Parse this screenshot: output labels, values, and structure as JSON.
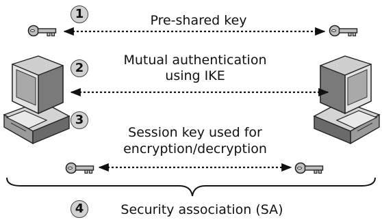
{
  "steps": [
    {
      "number": "1",
      "label": "Pre-shared key"
    },
    {
      "number": "2",
      "label_line1": "Mutual authentication",
      "label_line2": "using IKE"
    },
    {
      "number": "3",
      "label_line1": "Session key used for",
      "label_line2": "encryption/decryption"
    },
    {
      "number": "4",
      "label": "Security association (SA)"
    }
  ],
  "icons": {
    "computer_left": "computer-icon",
    "computer_right": "computer-icon",
    "key": "key-icon"
  },
  "colors": {
    "key_fill": "#bfbfbf",
    "computer_light": "#d4d4d4",
    "computer_mid": "#9a9a9a",
    "computer_dark": "#5a5a5a",
    "arrow": "#111111"
  }
}
